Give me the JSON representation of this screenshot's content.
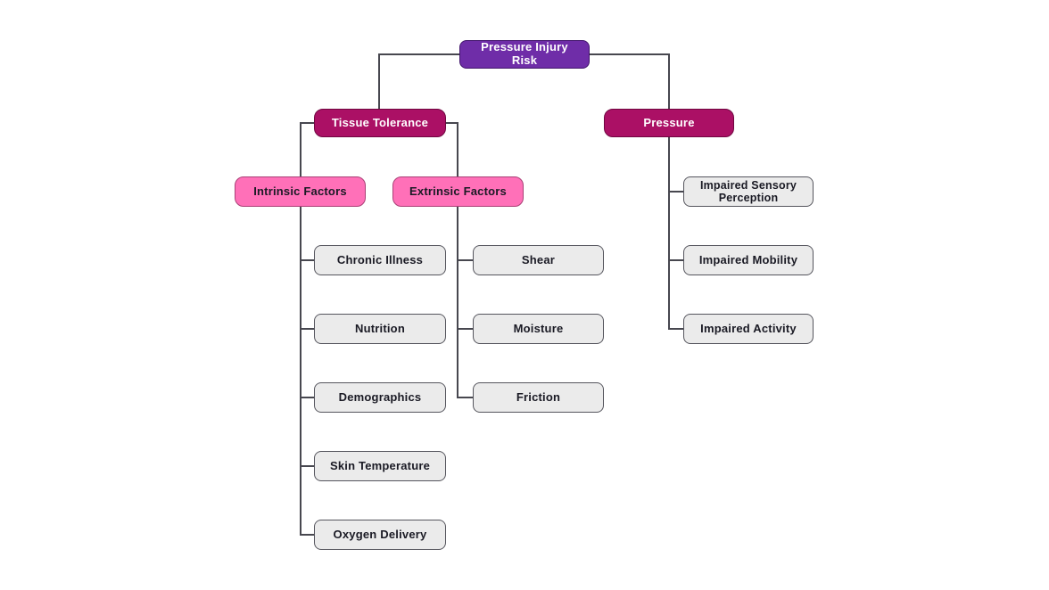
{
  "colors": {
    "root_bg": "#6f2da8",
    "root_border": "#41156b",
    "branch_bg": "#ab1065",
    "branch_border": "#6f0640",
    "subbranch_bg": "#ff70b8",
    "subbranch_border": "#aa4076",
    "leaf_bg": "#ebebeb",
    "leaf_border": "#55555d",
    "line": "#47474f",
    "text_light": "#ffffff",
    "text_dark": "#1a1a24"
  },
  "tree": {
    "label": "Pressure Injury Risk",
    "children": [
      {
        "label": "Tissue Tolerance",
        "children": [
          {
            "label": "Intrinsic Factors",
            "children": [
              {
                "label": "Chronic Illness"
              },
              {
                "label": "Nutrition"
              },
              {
                "label": "Demographics"
              },
              {
                "label": "Skin Temperature"
              },
              {
                "label": "Oxygen Delivery"
              }
            ]
          },
          {
            "label": "Extrinsic Factors",
            "children": [
              {
                "label": "Shear"
              },
              {
                "label": "Moisture"
              },
              {
                "label": "Friction"
              }
            ]
          }
        ]
      },
      {
        "label": "Pressure",
        "children": [
          {
            "label": "Impaired Sensory Perception"
          },
          {
            "label": "Impaired Mobility"
          },
          {
            "label": "Impaired Activity"
          }
        ]
      }
    ]
  }
}
